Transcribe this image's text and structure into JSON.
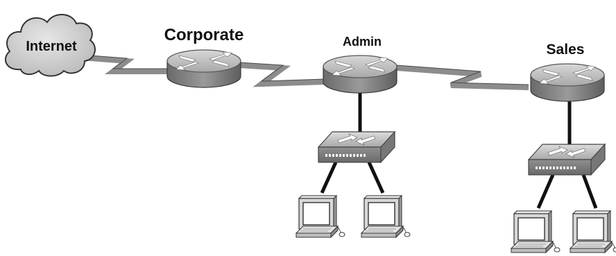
{
  "diagram": {
    "nodes": {
      "internet": {
        "label": "Internet",
        "icon": "cloud-icon"
      },
      "corporate": {
        "label": "Corporate",
        "icon": "router-icon"
      },
      "admin": {
        "label": "Admin",
        "icon": "router-icon"
      },
      "sales": {
        "label": "Sales",
        "icon": "router-icon"
      },
      "admin_switch": {
        "icon": "switch-icon"
      },
      "sales_switch": {
        "icon": "switch-icon"
      },
      "admin_pc_1": {
        "icon": "workstation-icon"
      },
      "admin_pc_2": {
        "icon": "workstation-icon"
      },
      "sales_pc_1": {
        "icon": "workstation-icon"
      },
      "sales_pc_2": {
        "icon": "workstation-icon"
      }
    },
    "links": [
      {
        "from": "internet",
        "to": "corporate",
        "type": "serial"
      },
      {
        "from": "corporate",
        "to": "admin",
        "type": "serial"
      },
      {
        "from": "admin",
        "to": "sales",
        "type": "serial"
      },
      {
        "from": "admin",
        "to": "admin_switch",
        "type": "ethernet"
      },
      {
        "from": "sales",
        "to": "sales_switch",
        "type": "ethernet"
      },
      {
        "from": "admin_switch",
        "to": "admin_pc_1",
        "type": "ethernet"
      },
      {
        "from": "admin_switch",
        "to": "admin_pc_2",
        "type": "ethernet"
      },
      {
        "from": "sales_switch",
        "to": "sales_pc_1",
        "type": "ethernet"
      },
      {
        "from": "sales_switch",
        "to": "sales_pc_2",
        "type": "ethernet"
      }
    ],
    "colors": {
      "device_body": "#8a8a8a",
      "device_top": "#c4c4c4",
      "serial_link": "#8c8c8c",
      "ethernet_link": "#111111",
      "cloud": "#cfcfcf"
    }
  }
}
